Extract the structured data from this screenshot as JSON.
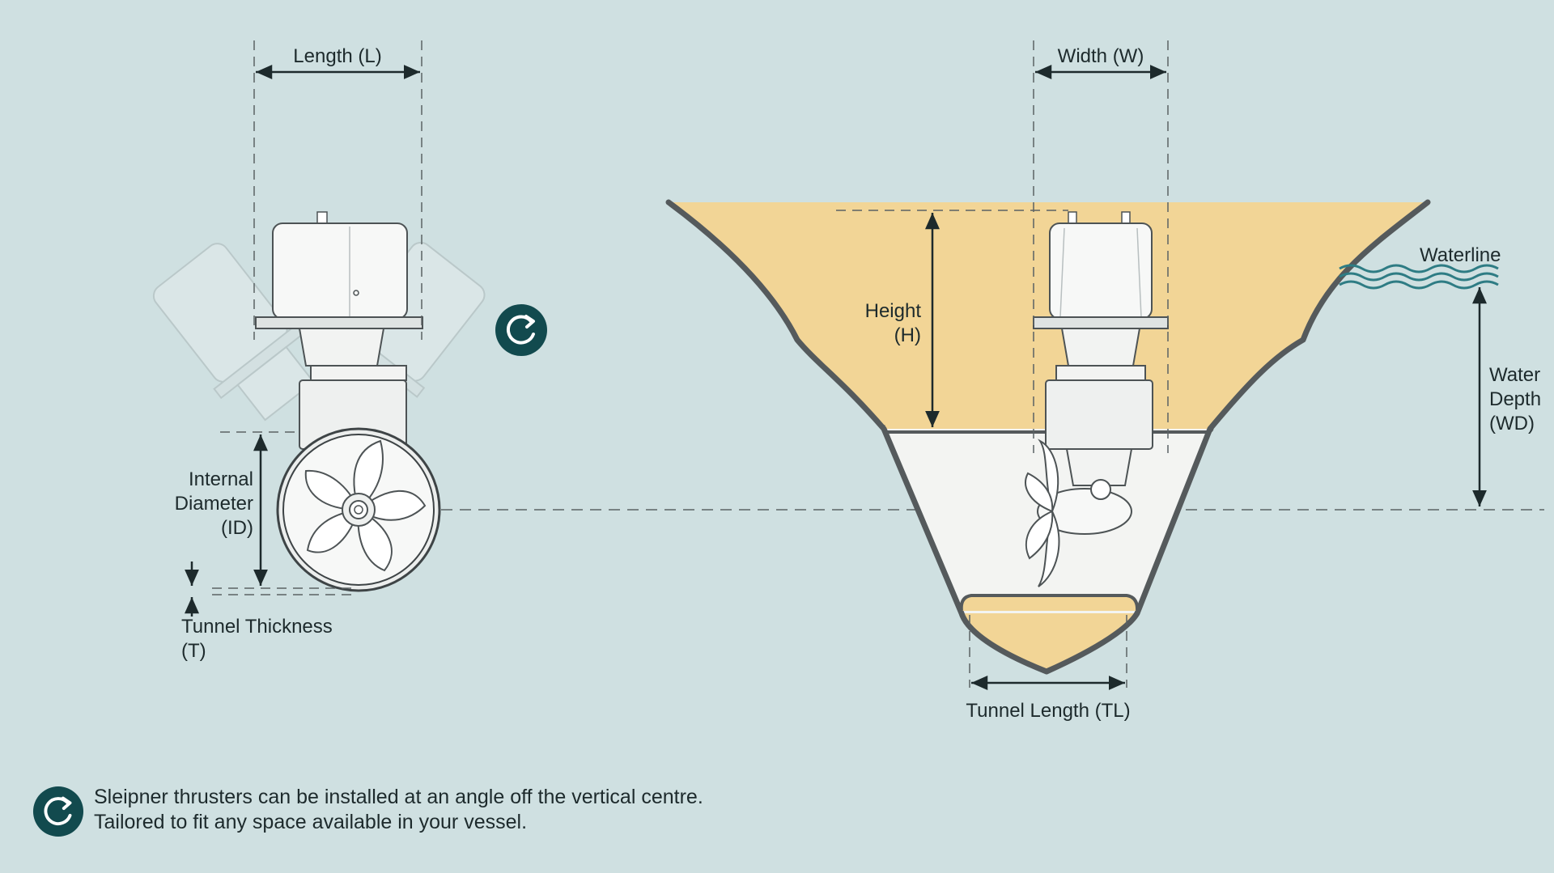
{
  "labels": {
    "length": "Length (L)",
    "width": "Width (W)",
    "height_line1": "Height",
    "height_line2": "(H)",
    "waterline": "Waterline",
    "water_depth_line1": "Water",
    "water_depth_line2": "Depth",
    "water_depth_line3": "(WD)",
    "internal_diameter_line1": "Internal",
    "internal_diameter_line2": "Diameter",
    "internal_diameter_line3": "(ID)",
    "tunnel_thickness_line1": "Tunnel Thickness",
    "tunnel_thickness_line2": "(T)",
    "tunnel_length": "Tunnel Length (TL)"
  },
  "note": {
    "icon": "rotate-clockwise-icon",
    "line1": "Sleipner thrusters can be installed at an angle off the vertical centre.",
    "line2": "Tailored to fit any space available in your vessel."
  },
  "colors": {
    "background": "#cfe0e1",
    "hull_fill": "#f2d596",
    "tunnel_fill": "#f3f4f2",
    "hull_outline": "#555a5c",
    "waterline": "#2e7c84",
    "icon_badge": "#124a4e",
    "dimension_line": "#1d2a2c"
  }
}
